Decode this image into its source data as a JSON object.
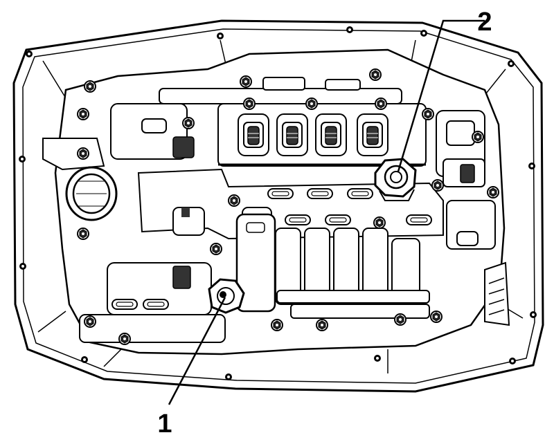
{
  "diagram": {
    "callouts": [
      {
        "id": "1",
        "label": "1"
      },
      {
        "id": "2",
        "label": "2"
      }
    ],
    "colors": {
      "line": "#000000",
      "fill": "#ffffff",
      "shade": "#e6e6e6"
    }
  }
}
